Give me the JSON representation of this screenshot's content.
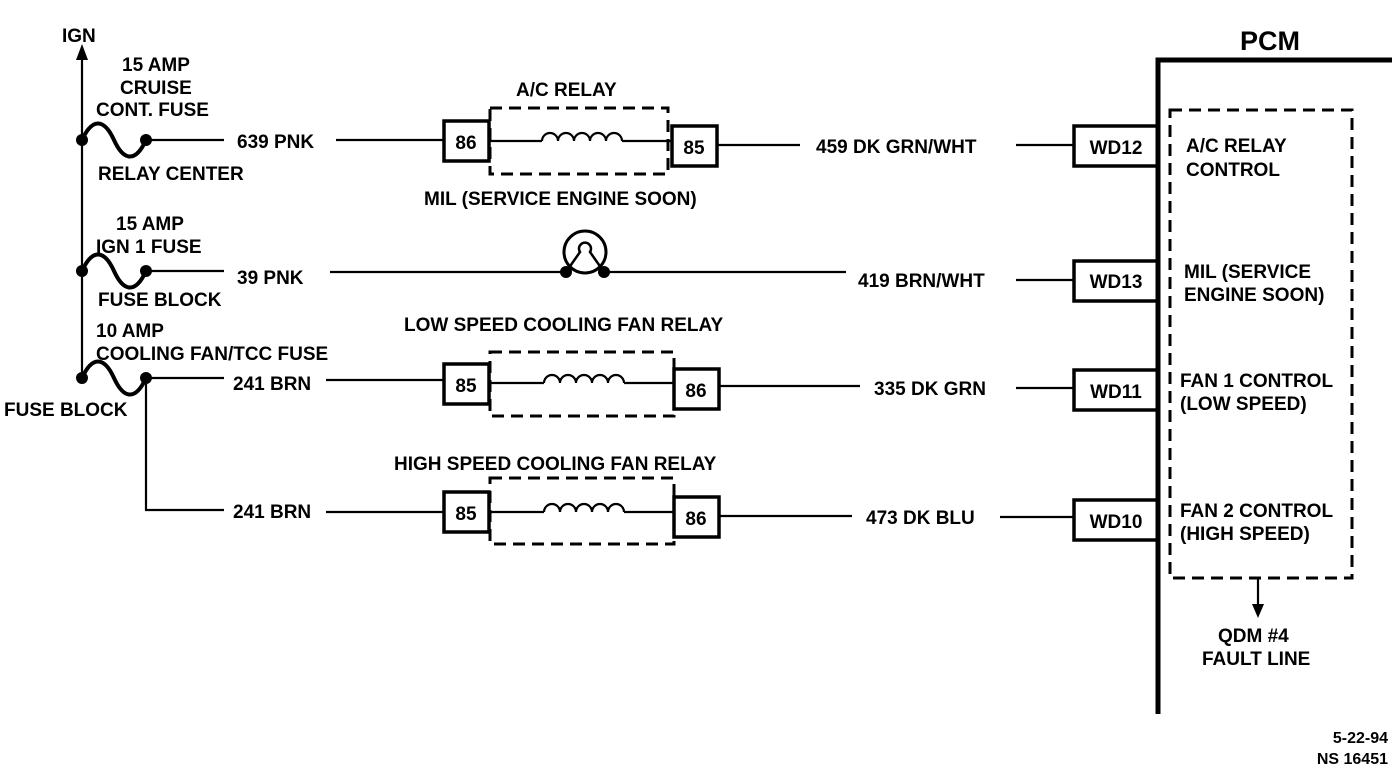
{
  "power": {
    "label": "IGN"
  },
  "fuses": [
    {
      "line1": "15 AMP",
      "line2": "CRUISE",
      "line3": "CONT. FUSE",
      "location": "RELAY CENTER"
    },
    {
      "line1": "15 AMP",
      "line2": "IGN 1 FUSE",
      "location": "FUSE BLOCK"
    },
    {
      "line1": "10 AMP",
      "line2": "COOLING FAN/TCC FUSE",
      "location": "FUSE BLOCK"
    }
  ],
  "circuits": {
    "ac_relay": {
      "title": "A/C RELAY",
      "input_wire": "639 PNK",
      "input_terminal": "86",
      "output_terminal": "85",
      "output_wire": "459 DK GRN/WHT",
      "pcm_terminal": "WD12",
      "pcm_function_line1": "A/C RELAY",
      "pcm_function_line2": "CONTROL"
    },
    "mil": {
      "title": "MIL (SERVICE ENGINE SOON)",
      "input_wire": "39 PNK",
      "output_wire": "419 BRN/WHT",
      "pcm_terminal": "WD13",
      "pcm_function_line1": "MIL (SERVICE",
      "pcm_function_line2": "ENGINE SOON)"
    },
    "low_fan": {
      "title": "LOW SPEED COOLING FAN RELAY",
      "input_wire": "241 BRN",
      "input_terminal": "85",
      "output_terminal": "86",
      "output_wire": "335 DK GRN",
      "pcm_terminal": "WD11",
      "pcm_function_line1": "FAN 1 CONTROL",
      "pcm_function_line2": "(LOW SPEED)"
    },
    "high_fan": {
      "title": "HIGH SPEED COOLING FAN RELAY",
      "input_wire": "241 BRN",
      "input_terminal": "85",
      "output_terminal": "86",
      "output_wire": "473 DK BLU",
      "pcm_terminal": "WD10",
      "pcm_function_line1": "FAN 2  CONTROL",
      "pcm_function_line2": "(HIGH SPEED)"
    }
  },
  "pcm": {
    "label": "PCM",
    "qdm_line1": "QDM #4",
    "qdm_line2": "FAULT LINE"
  },
  "footer": {
    "date": "5-22-94",
    "ref": "NS 16451"
  }
}
